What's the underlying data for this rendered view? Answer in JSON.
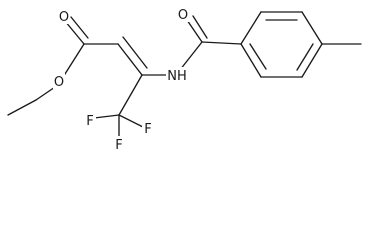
{
  "molecule": {
    "atoms": {
      "ester_carbonyl_oxygen": "O",
      "ester_ether_oxygen": "O",
      "amide_nitrogen": "NH",
      "amide_carbonyl_oxygen": "O",
      "fluorine_top_left": "F",
      "fluorine_top_right": "F",
      "fluorine_bottom": "F"
    }
  }
}
